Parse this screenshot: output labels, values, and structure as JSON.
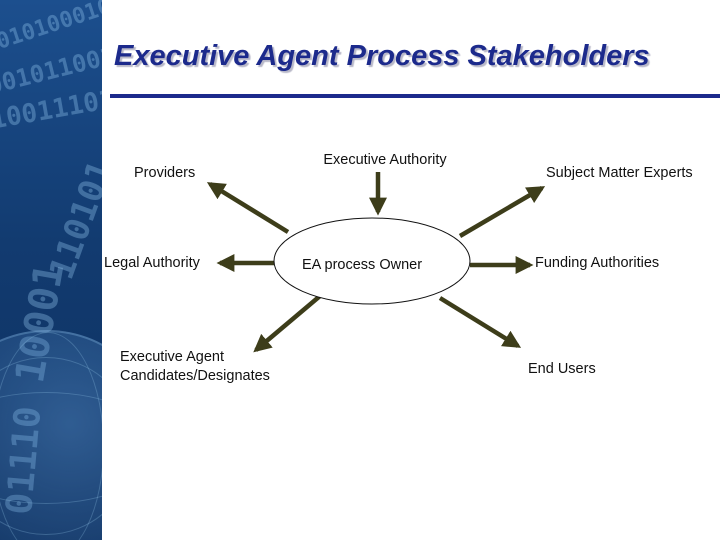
{
  "slide": {
    "title": "Executive Agent Process Stakeholders"
  },
  "diagram": {
    "center": "EA process Owner",
    "stakeholders": {
      "executive_authority": "Executive Authority",
      "providers": "Providers",
      "subject_matter_experts": "Subject Matter Experts",
      "legal_authority": "Legal Authority",
      "funding_authorities": "Funding Authorities",
      "ea_candidates_line1": "Executive Agent",
      "ea_candidates_line2": "Candidates/Designates",
      "end_users": "End Users"
    }
  },
  "colors": {
    "title": "#1c2a8c",
    "arrow": "#3d3d1a",
    "sidebar": "#1c4f8e"
  }
}
